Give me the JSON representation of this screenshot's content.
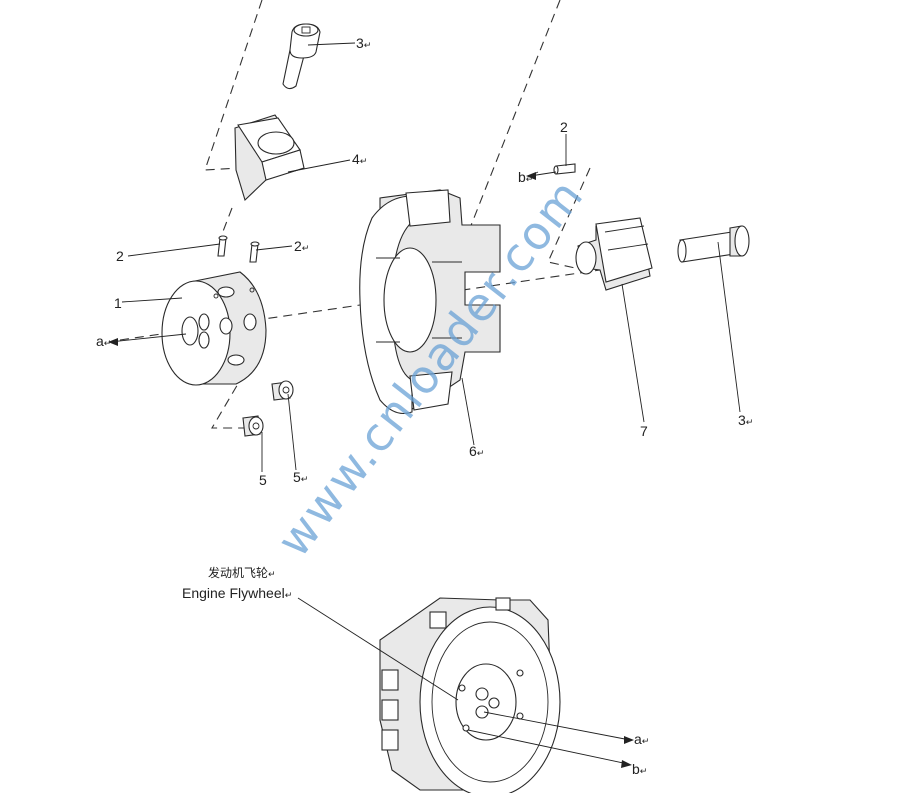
{
  "callouts": {
    "pin_top_right": "2",
    "pin_left": "2",
    "pin_mid": "2",
    "flange": "1",
    "bolt_top": "3",
    "bolt_right": "3",
    "clamp_top": "4",
    "bushing_left": "5",
    "bushing_right": "5",
    "spider": "6",
    "clamp_right": "7",
    "arrow_a_top": "a",
    "arrow_b_top": "b",
    "arrow_a_bottom": "a",
    "arrow_b_bottom": "b"
  },
  "flywheel": {
    "label_cn": "发动机飞轮",
    "label_en": "Engine Flywheel"
  },
  "watermark": "www.cnloader.com",
  "return_mark": "↵"
}
